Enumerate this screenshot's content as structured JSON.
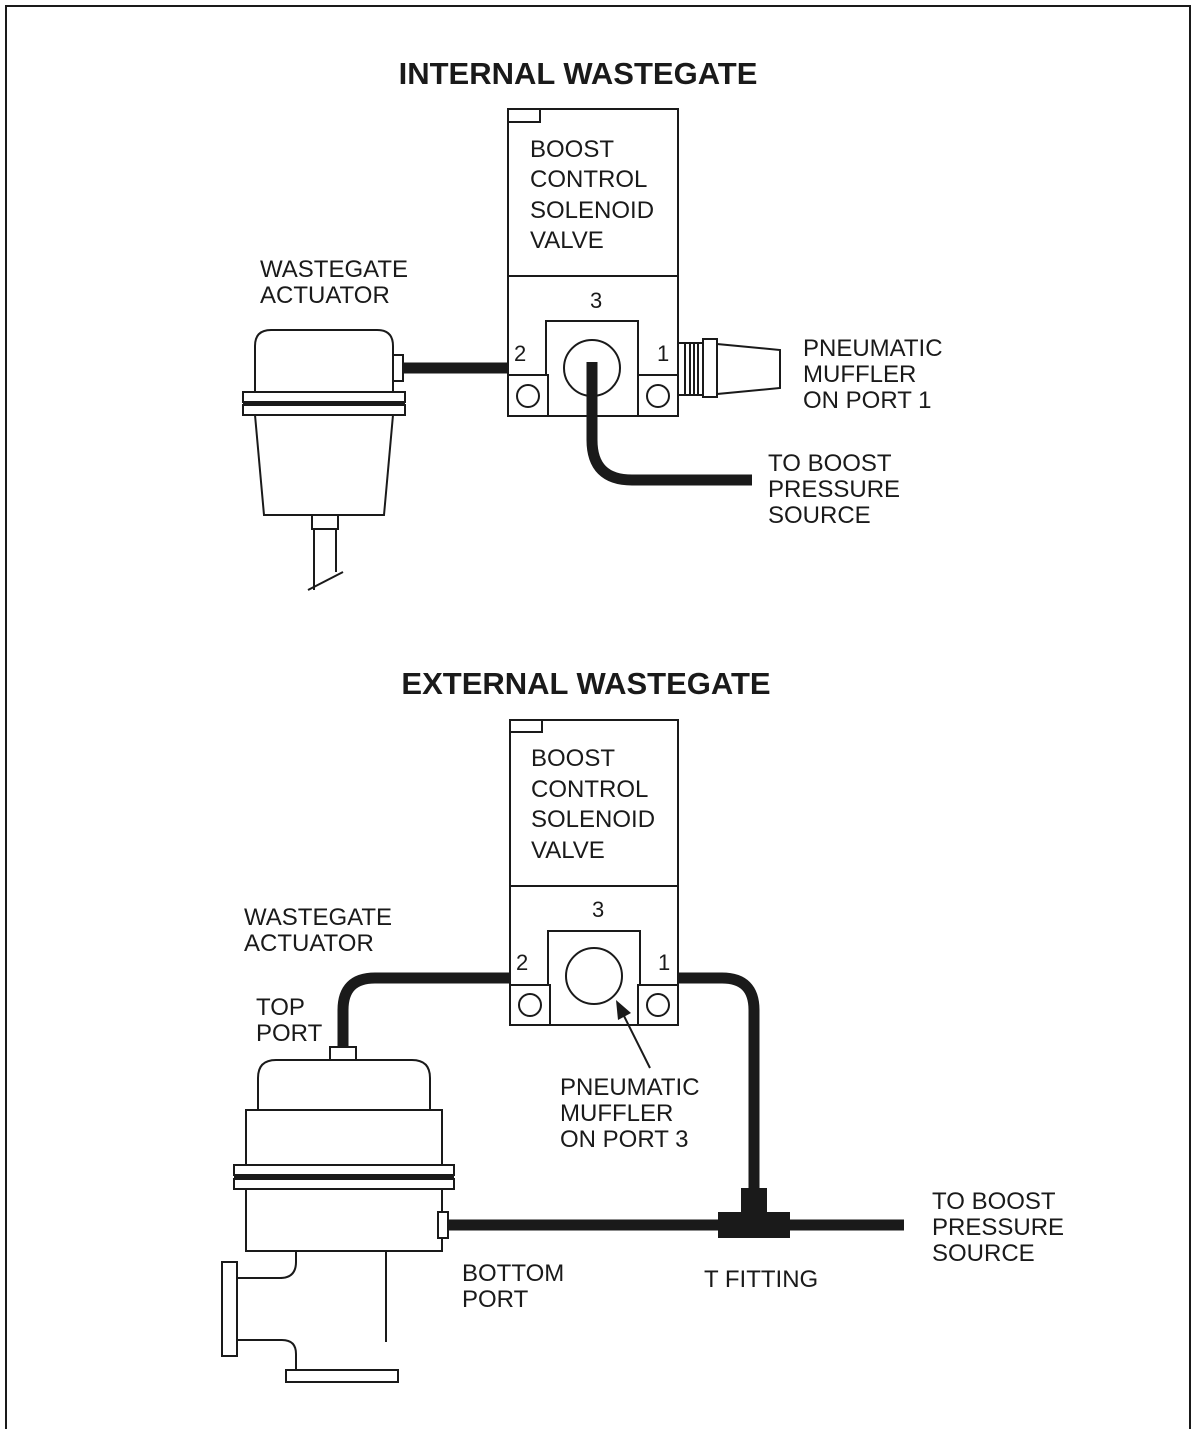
{
  "internal": {
    "title": "INTERNAL WASTEGATE",
    "valve_lines": [
      "BOOST",
      "CONTROL",
      "SOLENOID",
      "VALVE"
    ],
    "port_3": "3",
    "port_2": "2",
    "port_1": "1",
    "actuator_lines": [
      "WASTEGATE",
      "ACTUATOR"
    ],
    "muffler_lines": [
      "PNEUMATIC",
      "MUFFLER",
      "ON PORT 1"
    ],
    "source_lines": [
      "TO BOOST",
      "PRESSURE",
      "SOURCE"
    ]
  },
  "external": {
    "title": "EXTERNAL WASTEGATE",
    "valve_lines": [
      "BOOST",
      "CONTROL",
      "SOLENOID",
      "VALVE"
    ],
    "port_3": "3",
    "port_2": "2",
    "port_1": "1",
    "actuator_lines": [
      "WASTEGATE",
      "ACTUATOR"
    ],
    "top_port_lines": [
      "TOP",
      "PORT"
    ],
    "muffler_lines": [
      "PNEUMATIC",
      "MUFFLER",
      "ON PORT 3"
    ],
    "bottom_port_lines": [
      "BOTTOM",
      "PORT"
    ],
    "t_fitting": "T FITTING",
    "source_lines": [
      "TO BOOST",
      "PRESSURE",
      "SOURCE"
    ]
  }
}
